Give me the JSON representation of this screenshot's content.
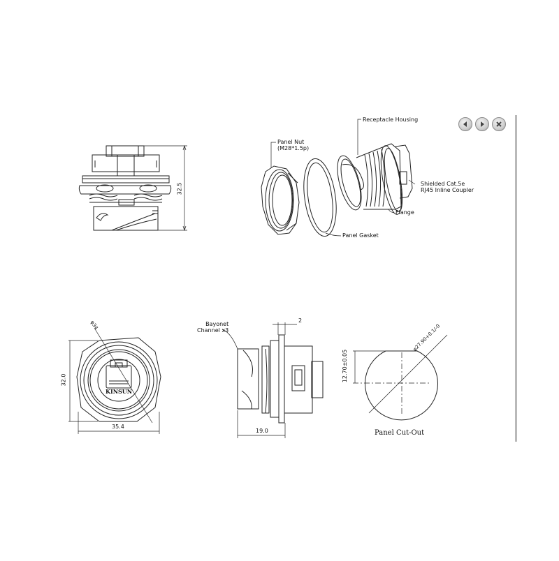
{
  "viewer": {
    "nav_buttons": [
      {
        "name": "previous",
        "icon": "arrow-left-icon"
      },
      {
        "name": "next",
        "icon": "arrow-right-icon"
      },
      {
        "name": "close",
        "icon": "close-icon"
      }
    ]
  },
  "drawing": {
    "exploded_view": {
      "labels": {
        "panel_nut": "Panel Nut\n(M28*1.5p)",
        "receptacle_housing": "Receptacle Housing",
        "shielded": "Shielded Cat.5e\nRJ45 Inline Coupler",
        "flange": "Flange",
        "panel_gasket": "Panel Gasket"
      }
    },
    "side_view_top": {
      "height_dim": "32.5"
    },
    "front_view": {
      "height_dim": "32.0",
      "width_dim": "35.4",
      "diameter_dim": "φ34",
      "brand": "KINSUN"
    },
    "side_view_bottom": {
      "callout": "Bayonet\nChannel x3",
      "flange_dim": "2",
      "length_dim": "19.0"
    },
    "panel_cutout": {
      "flat_dim": "12.70±0.05",
      "diameter_dim": "φ27.90+0.1/-0",
      "caption": "Panel Cut-Out"
    }
  }
}
